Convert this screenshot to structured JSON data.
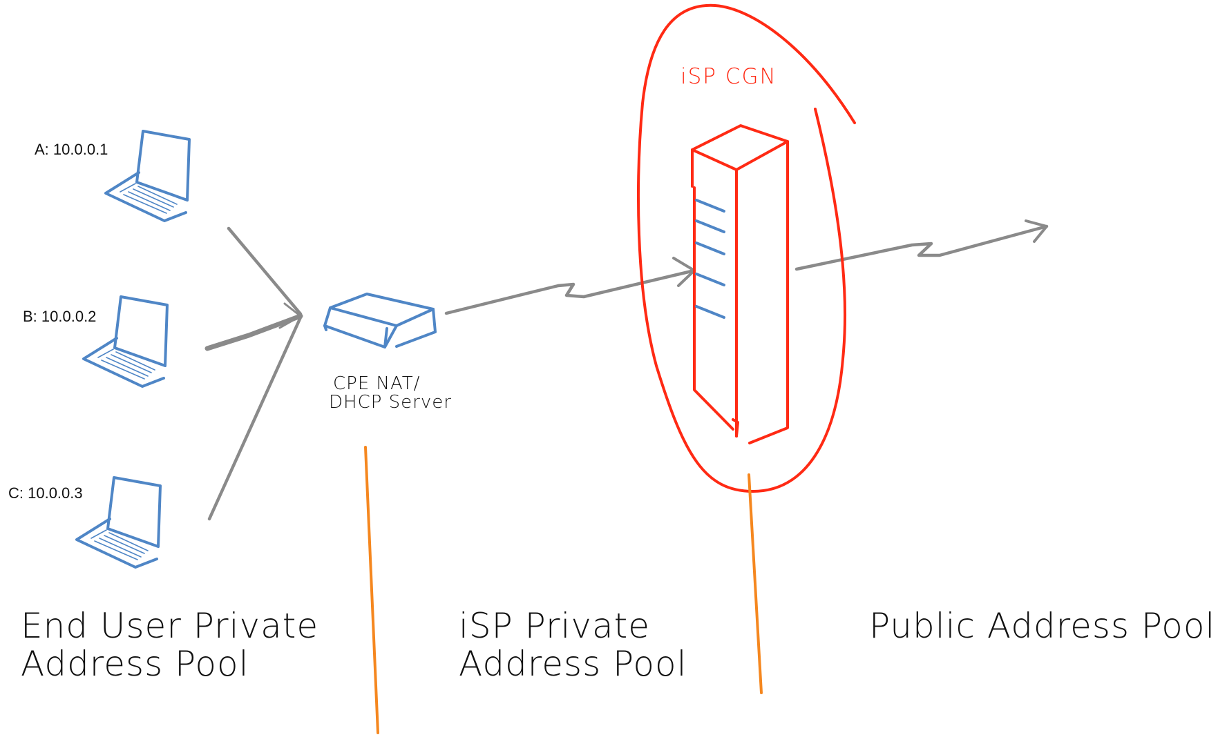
{
  "colors": {
    "device_blue": "#4f86c6",
    "cgn_red": "#ff2a14",
    "link_gray": "#8a8a8a",
    "divider_orange": "#f5871f",
    "text": "#111111"
  },
  "hosts": [
    {
      "label": "A: 10.0.0.1",
      "icon": "laptop-icon"
    },
    {
      "label": "B: 10.0.0.2",
      "icon": "laptop-icon"
    },
    {
      "label": "C: 10.0.0.3",
      "icon": "laptop-icon"
    }
  ],
  "cpe": {
    "icon": "router-icon",
    "label_lines": [
      "CPE NAT/",
      "DHCP Server"
    ]
  },
  "cgn": {
    "icon": "server-tower-icon",
    "label": "iSP CGN"
  },
  "zones": [
    {
      "lines": [
        "End User Private",
        "Address Pool"
      ]
    },
    {
      "lines": [
        "iSP Private",
        "Address Pool"
      ]
    },
    {
      "lines": [
        "Public Address Pool"
      ]
    }
  ]
}
